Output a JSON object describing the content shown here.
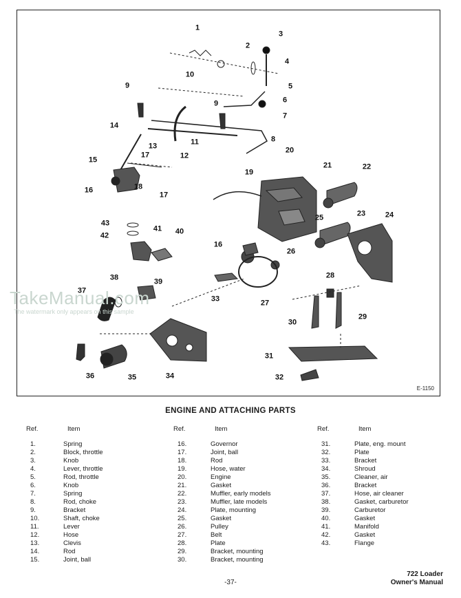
{
  "figure": {
    "code": "E-1150",
    "callouts": [
      {
        "id": "c1",
        "n": "1"
      },
      {
        "id": "c2",
        "n": "2"
      },
      {
        "id": "c3",
        "n": "3"
      },
      {
        "id": "c4",
        "n": "4"
      },
      {
        "id": "c5",
        "n": "5"
      },
      {
        "id": "c6",
        "n": "6"
      },
      {
        "id": "c7",
        "n": "7"
      },
      {
        "id": "c8",
        "n": "8"
      },
      {
        "id": "c9a",
        "n": "9"
      },
      {
        "id": "c9b",
        "n": "9"
      },
      {
        "id": "c10",
        "n": "10"
      },
      {
        "id": "c11",
        "n": "11"
      },
      {
        "id": "c12",
        "n": "12"
      },
      {
        "id": "c13",
        "n": "13"
      },
      {
        "id": "c14",
        "n": "14"
      },
      {
        "id": "c15",
        "n": "15"
      },
      {
        "id": "c16a",
        "n": "16"
      },
      {
        "id": "c16b",
        "n": "16"
      },
      {
        "id": "c17a",
        "n": "17"
      },
      {
        "id": "c17b",
        "n": "17"
      },
      {
        "id": "c18",
        "n": "18"
      },
      {
        "id": "c19",
        "n": "19"
      },
      {
        "id": "c20",
        "n": "20"
      },
      {
        "id": "c21",
        "n": "21"
      },
      {
        "id": "c22",
        "n": "22"
      },
      {
        "id": "c23",
        "n": "23"
      },
      {
        "id": "c24",
        "n": "24"
      },
      {
        "id": "c25",
        "n": "25"
      },
      {
        "id": "c26",
        "n": "26"
      },
      {
        "id": "c27",
        "n": "27"
      },
      {
        "id": "c28",
        "n": "28"
      },
      {
        "id": "c29",
        "n": "29"
      },
      {
        "id": "c30",
        "n": "30"
      },
      {
        "id": "c31",
        "n": "31"
      },
      {
        "id": "c32",
        "n": "32"
      },
      {
        "id": "c33",
        "n": "33"
      },
      {
        "id": "c34",
        "n": "34"
      },
      {
        "id": "c35",
        "n": "35"
      },
      {
        "id": "c36",
        "n": "36"
      },
      {
        "id": "c37",
        "n": "37"
      },
      {
        "id": "c38",
        "n": "38"
      },
      {
        "id": "c39",
        "n": "39"
      },
      {
        "id": "c40",
        "n": "40"
      },
      {
        "id": "c41",
        "n": "41"
      },
      {
        "id": "c42",
        "n": "42"
      },
      {
        "id": "c43",
        "n": "43"
      }
    ]
  },
  "watermark": {
    "text": "TakeManual.com",
    "subtext": "The watermark only appears on this sample"
  },
  "parts_list": {
    "title": "ENGINE AND ATTACHING PARTS",
    "header_ref": "Ref.",
    "header_item": "Item",
    "columns": [
      [
        {
          "ref": "1.",
          "item": "Spring"
        },
        {
          "ref": "2.",
          "item": "Block, throttle"
        },
        {
          "ref": "3.",
          "item": "Knob"
        },
        {
          "ref": "4.",
          "item": "Lever, throttle"
        },
        {
          "ref": "5.",
          "item": "Rod, throttle"
        },
        {
          "ref": "6.",
          "item": "Knob"
        },
        {
          "ref": "7.",
          "item": "Spring"
        },
        {
          "ref": "8.",
          "item": "Rod, choke"
        },
        {
          "ref": "9.",
          "item": "Bracket"
        },
        {
          "ref": "10.",
          "item": "Shaft, choke"
        },
        {
          "ref": "11.",
          "item": "Lever"
        },
        {
          "ref": "12.",
          "item": "Hose"
        },
        {
          "ref": "13.",
          "item": "Clevis"
        },
        {
          "ref": "14.",
          "item": "Rod"
        },
        {
          "ref": "15.",
          "item": "Joint, ball"
        }
      ],
      [
        {
          "ref": "16.",
          "item": "Governor"
        },
        {
          "ref": "17.",
          "item": "Joint, ball"
        },
        {
          "ref": "18.",
          "item": "Rod"
        },
        {
          "ref": "19.",
          "item": "Hose, water"
        },
        {
          "ref": "20.",
          "item": "Engine"
        },
        {
          "ref": "21.",
          "item": "Gasket"
        },
        {
          "ref": "22.",
          "item": "Muffler, early models"
        },
        {
          "ref": "23.",
          "item": "Muffler, late models"
        },
        {
          "ref": "24.",
          "item": "Plate, mounting"
        },
        {
          "ref": "25.",
          "item": "Gasket"
        },
        {
          "ref": "26.",
          "item": "Pulley"
        },
        {
          "ref": "27.",
          "item": "Belt"
        },
        {
          "ref": "28.",
          "item": "Plate"
        },
        {
          "ref": "29.",
          "item": "Bracket, mounting"
        },
        {
          "ref": "30.",
          "item": "Bracket, mounting"
        }
      ],
      [
        {
          "ref": "31.",
          "item": "Plate, eng. mount"
        },
        {
          "ref": "32.",
          "item": "Plate"
        },
        {
          "ref": "33.",
          "item": "Bracket"
        },
        {
          "ref": "34.",
          "item": "Shroud"
        },
        {
          "ref": "35.",
          "item": "Cleaner, air"
        },
        {
          "ref": "36.",
          "item": "Bracket"
        },
        {
          "ref": "37.",
          "item": "Hose, air cleaner"
        },
        {
          "ref": "38.",
          "item": "Gasket, carburetor"
        },
        {
          "ref": "39.",
          "item": "Carburetor"
        },
        {
          "ref": "40.",
          "item": "Gasket"
        },
        {
          "ref": "41.",
          "item": "Manifold"
        },
        {
          "ref": "42.",
          "item": "Gasket"
        },
        {
          "ref": "43.",
          "item": "Flange"
        }
      ]
    ]
  },
  "footer": {
    "page_number": "-37-",
    "model_line1": "722 Loader",
    "model_line2": "Owner's Manual"
  }
}
